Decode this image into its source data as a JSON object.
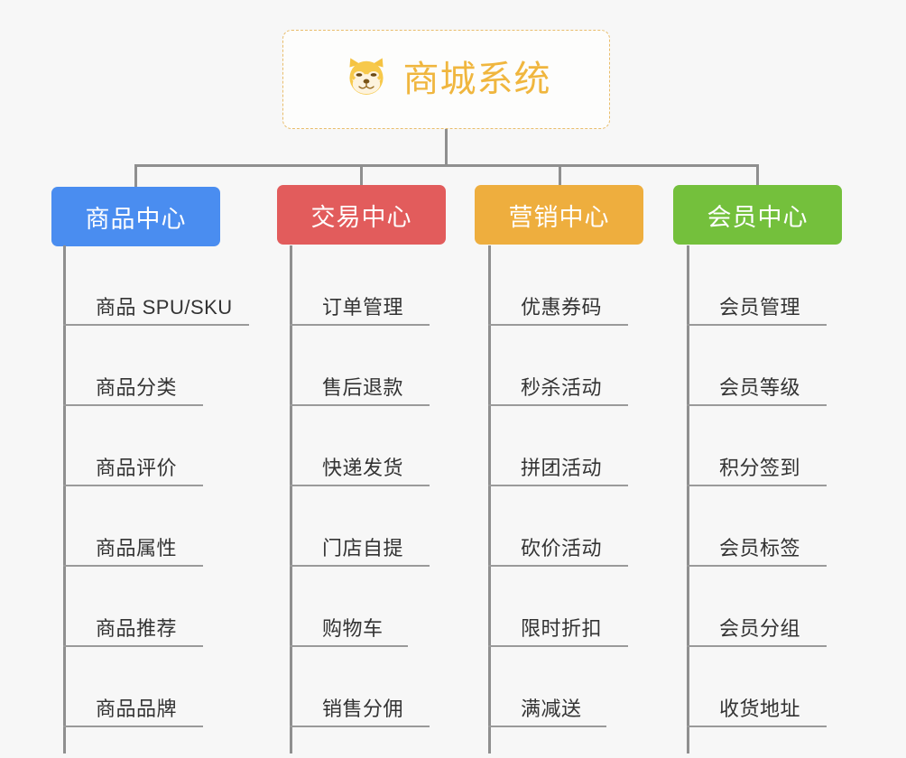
{
  "root": {
    "title": "商城系统",
    "icon": "dog-face-emoji",
    "accent": "#f0b63e",
    "border_color": "#e9bd6b"
  },
  "connector": {
    "color": "#8f8f8f"
  },
  "columns": [
    {
      "name": "product-center",
      "label": "商品中心",
      "color": "#4a8df0",
      "items": [
        "商品 SPU/SKU",
        "商品分类",
        "商品评价",
        "商品属性",
        "商品推荐",
        "商品品牌"
      ]
    },
    {
      "name": "trade-center",
      "label": "交易中心",
      "color": "#e25c5c",
      "items": [
        "订单管理",
        "售后退款",
        "快递发货",
        "门店自提",
        "购物车",
        "销售分佣"
      ]
    },
    {
      "name": "marketing-center",
      "label": "营销中心",
      "color": "#eeae3e",
      "items": [
        "优惠券码",
        "秒杀活动",
        "拼团活动",
        "砍价活动",
        "限时折扣",
        "满减送"
      ]
    },
    {
      "name": "member-center",
      "label": "会员中心",
      "color": "#74c03c",
      "items": [
        "会员管理",
        "会员等级",
        "积分签到",
        "会员标签",
        "会员分组",
        "收货地址"
      ]
    }
  ]
}
